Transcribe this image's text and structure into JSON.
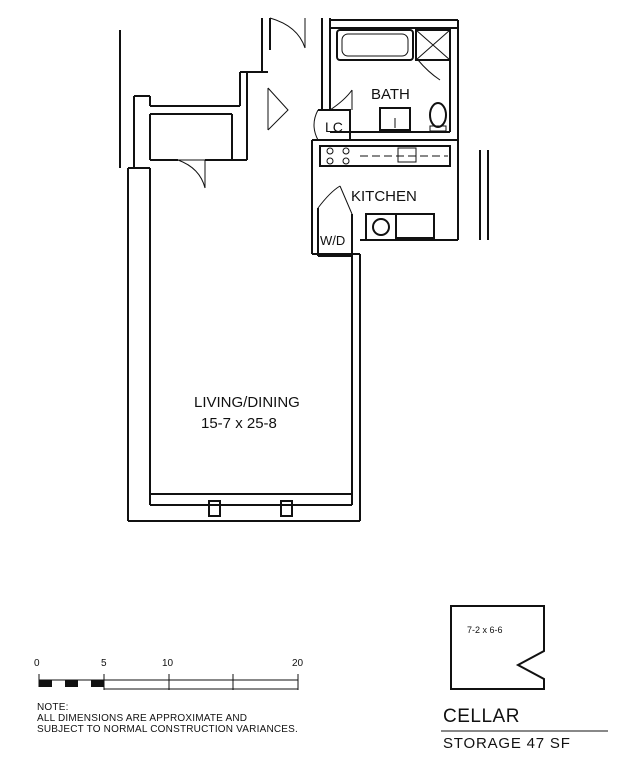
{
  "rooms": {
    "bath": "BATH",
    "lc": "LC",
    "kitchen": "KITCHEN",
    "wd": "W/D",
    "living": "LIVING/DINING",
    "living_dims": "15-7 x 25-8"
  },
  "scale": {
    "ticks": [
      "0",
      "5",
      "10",
      "20"
    ]
  },
  "note": {
    "heading": "NOTE:",
    "line1": "ALL DIMENSIONS ARE APPROXIMATE AND",
    "line2": "SUBJECT TO NORMAL CONSTRUCTION VARIANCES."
  },
  "cellar": {
    "dims": "7-2 x 6-6",
    "title": "CELLAR",
    "storage": "STORAGE  47 SF"
  }
}
